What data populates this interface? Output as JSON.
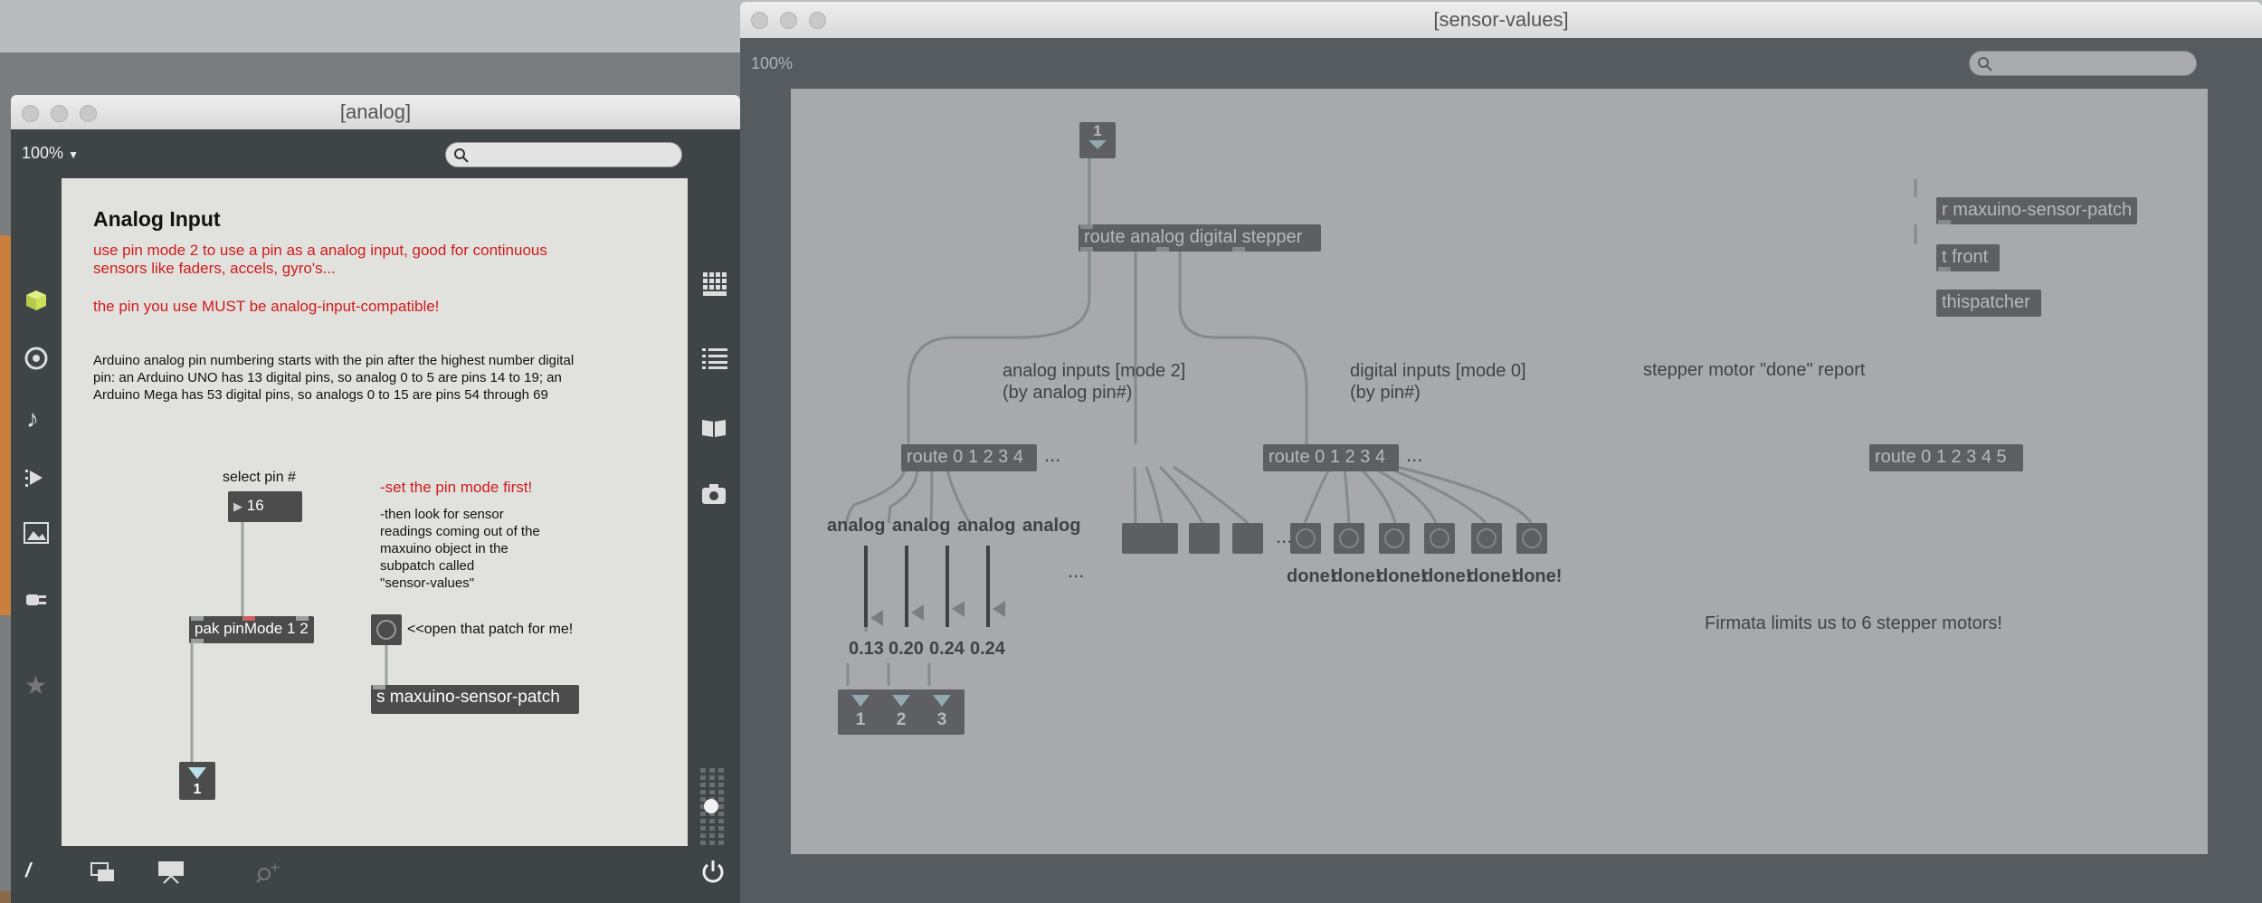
{
  "analog_window": {
    "title": "[analog]",
    "zoom": "100%",
    "search_placeholder": "",
    "heading": "Analog Input",
    "red_text_1": [
      "use pin mode 2 to use a pin as a analog input, good for continuous",
      "sensors like faders, accels, gyro's..."
    ],
    "red_text_2": "the pin you use MUST be analog-input-compatible!",
    "info_lines": [
      "Arduino analog pin numbering starts with the pin after the highest number digital",
      "pin: an Arduino UNO has 13 digital pins, so analog 0 to 5 are pins 14 to 19; an",
      "Arduino Mega has 53 digital pins, so analogs 0 to 15 are pins 54 through 69"
    ],
    "select_pin_label": "select pin #",
    "pin_number": "16",
    "pak_object": "pak pinMode 1 2",
    "message_value": "1",
    "set_mode_note": "-set the pin mode first!",
    "look_lines": [
      "-then look for sensor",
      "readings coming out of the",
      "maxuino object in the",
      "subpatch called",
      "\"sensor-values\""
    ],
    "open_patch_label": "<<open that patch for me!",
    "send_object": "s maxuino-sensor-patch",
    "sidebar_icons": [
      "cube-icon",
      "target-icon",
      "music-note-icon",
      "media-icon",
      "image-icon",
      "plug-icon",
      "star-icon"
    ],
    "right_icons": [
      "grid-icon",
      "list-icon",
      "book-icon",
      "camera-icon"
    ],
    "bottom_icons": [
      "pencil-icon",
      "windows-icon",
      "presentation-icon",
      "debug-icon",
      "power-icon"
    ]
  },
  "sensor_window": {
    "title": "[sensor-values]",
    "zoom": "100%",
    "top_message": "1",
    "route_main": "route analog digital stepper",
    "receive_object": "r maxuino-sensor-patch",
    "t_front": "t front",
    "thispatcher": "thispatcher",
    "analog_comment": [
      "analog inputs [mode 2]",
      "(by analog pin#)"
    ],
    "digital_comment": [
      "digital inputs [mode 0]",
      "(by pin#)"
    ],
    "stepper_comment": "stepper motor \"done\" report",
    "route_analog": "route 0 1 2 3 4",
    "route_digital": "route 0 1 2 3 4",
    "route_stepper": "route 0 1 2 3 4 5",
    "ellipsis": "...",
    "analog_labels": [
      "analog",
      "analog",
      "analog",
      "analog"
    ],
    "analog_values": [
      "0.13",
      "0.20",
      "0.24",
      "0.24"
    ],
    "bottom_messages": [
      "1",
      "2",
      "3"
    ],
    "done_labels": [
      "done!",
      "done!",
      "done!",
      "done!",
      "done!",
      "done!"
    ],
    "firmata_note": "Firmata limits us to 6 stepper motors!"
  }
}
